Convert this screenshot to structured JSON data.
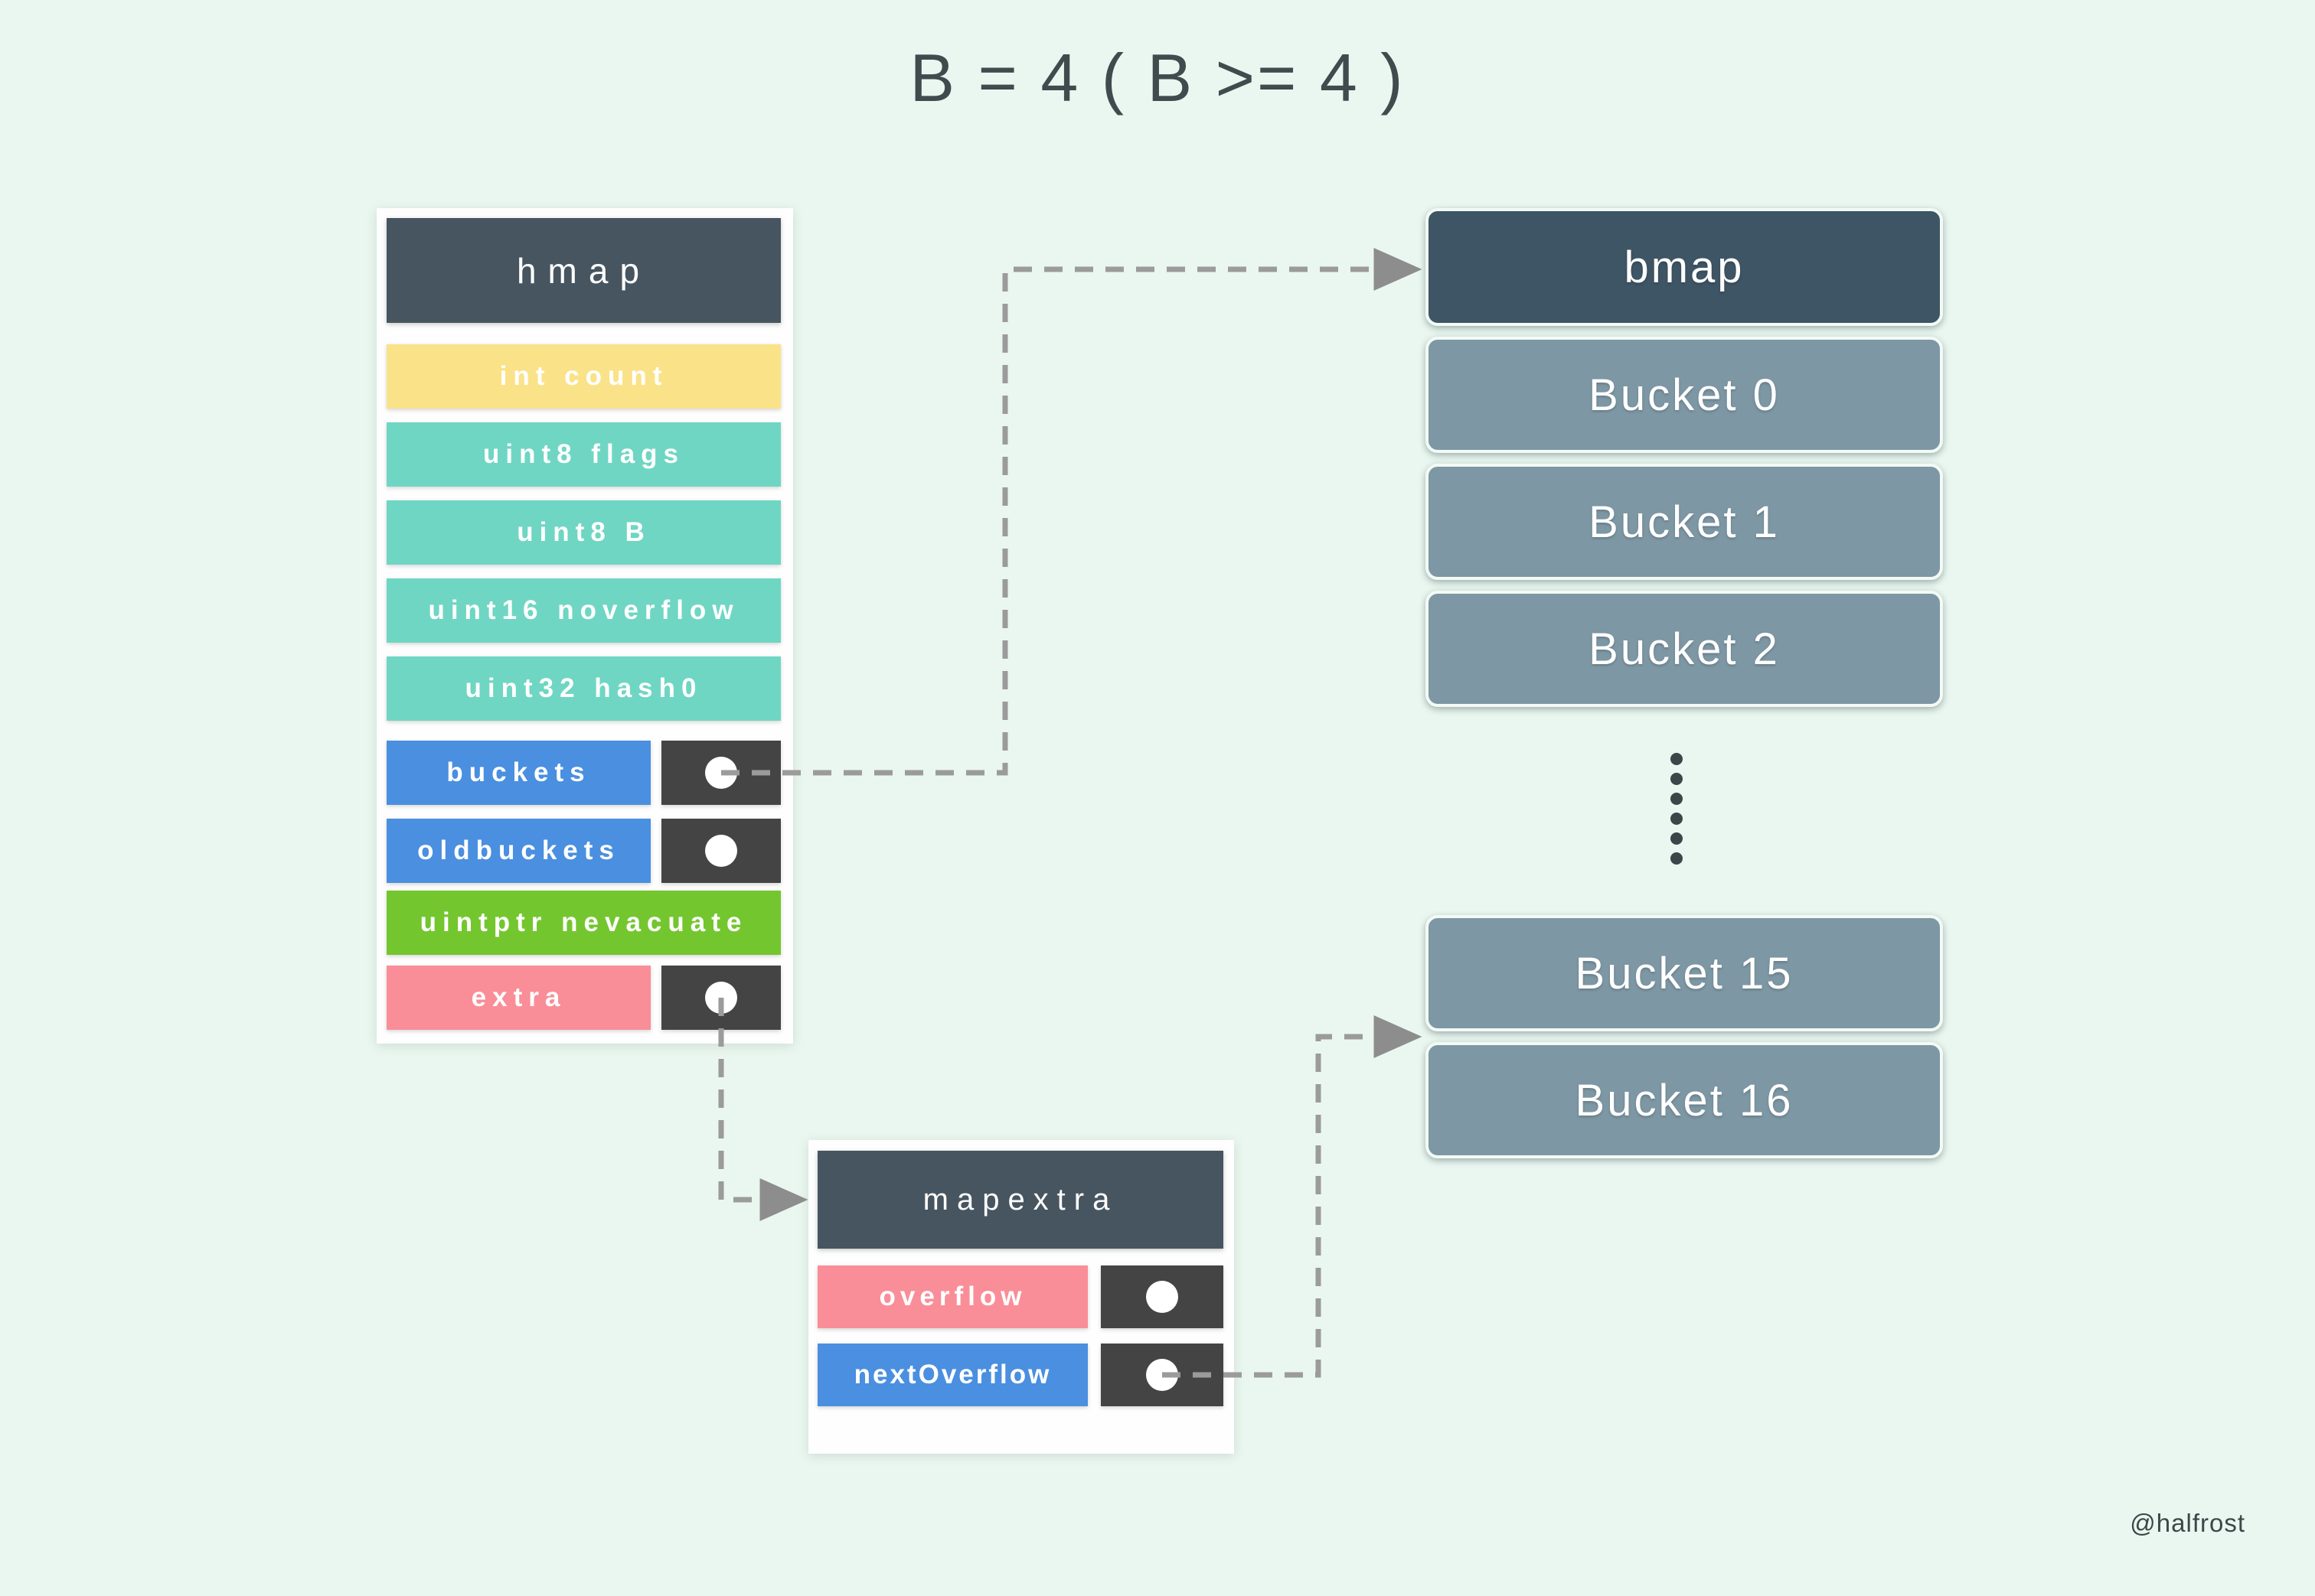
{
  "title": "B = 4 ( B >= 4 )",
  "credit": "@halfrost",
  "colors": {
    "background": "#EAF7F0",
    "card": "#FDFEFD",
    "slate_header": "#475560",
    "bmap_header": "#3E5565",
    "bucket_gray": "#7D97A4",
    "yellow": "#FAE289",
    "teal": "#6FD6C3",
    "blue": "#4A8FE0",
    "green": "#74C62F",
    "pink": "#F98E98",
    "pointer_box": "#444444",
    "arrow_gray": "#9B9B9B",
    "title_text": "#404B4E"
  },
  "hmap": {
    "header": "hmap",
    "rows": [
      {
        "label": "int count",
        "color": "#FAE289",
        "pointer": false
      },
      {
        "label": "uint8 flags",
        "color": "#6FD6C3",
        "pointer": false
      },
      {
        "label": "uint8 B",
        "color": "#6FD6C3",
        "pointer": false
      },
      {
        "label": "uint16 noverflow",
        "color": "#6FD6C3",
        "pointer": false
      },
      {
        "label": "uint32 hash0",
        "color": "#6FD6C3",
        "pointer": false
      },
      {
        "label": "buckets",
        "color": "#4A8FE0",
        "pointer": true
      },
      {
        "label": "oldbuckets",
        "color": "#4A8FE0",
        "pointer": true
      },
      {
        "label": "uintptr nevacuate",
        "color": "#74C62F",
        "pointer": false
      },
      {
        "label": "extra",
        "color": "#F98E98",
        "pointer": true
      }
    ]
  },
  "bmap": {
    "header": "bmap",
    "top_buckets": [
      "Bucket 0",
      "Bucket 1",
      "Bucket 2"
    ],
    "bottom_buckets": [
      "Bucket 15",
      "Bucket 16"
    ]
  },
  "mapextra": {
    "header": "mapextra",
    "rows": [
      {
        "label": "overflow",
        "color": "#F98E98",
        "pointer": true
      },
      {
        "label": "nextOverflow",
        "color": "#4A8FE0",
        "pointer": true
      }
    ]
  }
}
